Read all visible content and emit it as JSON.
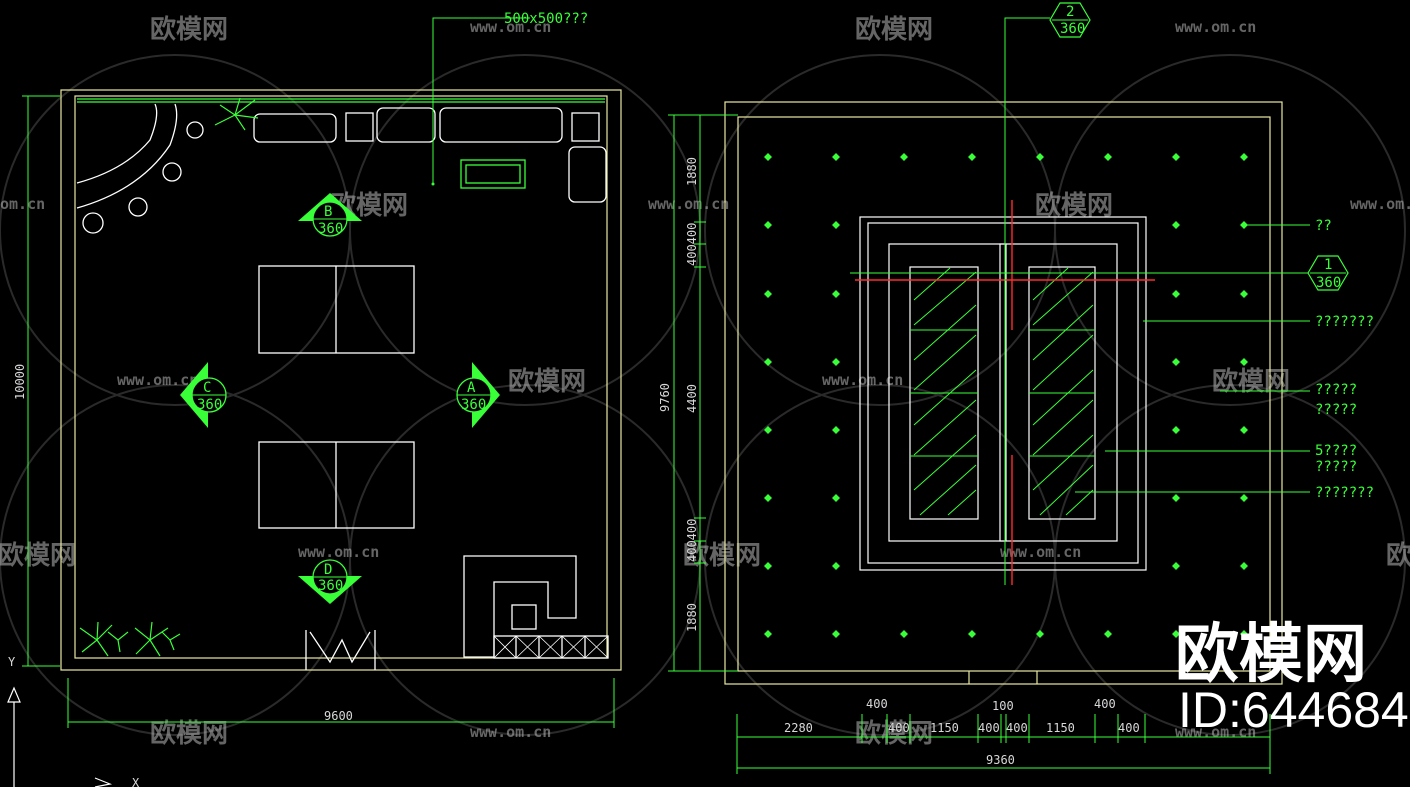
{
  "plan": {
    "top_tag": "500x500???",
    "markers": {
      "b": {
        "letter": "B",
        "angle": "360"
      },
      "c": {
        "letter": "C",
        "angle": "360"
      },
      "a": {
        "letter": "A",
        "angle": "360"
      },
      "d": {
        "letter": "D",
        "angle": "360"
      }
    },
    "dim_height": "10000",
    "dim_width": "9600"
  },
  "ceiling": {
    "section_2": {
      "num": "2",
      "angle": "360"
    },
    "section_1": {
      "num": "1",
      "angle": "360"
    },
    "left_dims": {
      "total": "9760",
      "d1880_top": "1880",
      "d400400_top": "400400",
      "d4400": "4400",
      "d400400_bot": "400400",
      "d1880_bot": "1880"
    },
    "callouts": [
      "??",
      "???????",
      "?????",
      "?????",
      "5????",
      "?????",
      "???????"
    ],
    "bottom_dims": {
      "top_400_left": "400",
      "top_100": "100",
      "top_400_right": "400",
      "row": [
        "2280",
        "400",
        "1150",
        "400",
        "400",
        "1150",
        "400"
      ],
      "total": "9360"
    }
  },
  "axis": {
    "y": "Y",
    "x": "X"
  },
  "watermark": {
    "brand": "欧模网",
    "url": "www.om.cn",
    "url_clip": "om.cn",
    "id": "ID:644684"
  }
}
